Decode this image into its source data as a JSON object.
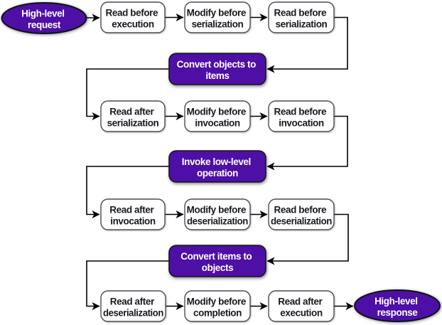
{
  "colors": {
    "purple": "#4d0fa5",
    "box_fill": "#ffffff",
    "box_border": "#3b4046",
    "line": "#000000",
    "text_dark": "#16191f",
    "text_light": "#ffffff"
  },
  "nodes": {
    "request": {
      "line1": "High-level",
      "line2": "request"
    },
    "read_before_execution": {
      "line1": "Read before",
      "line2": "execution"
    },
    "modify_before_serialization": {
      "line1": "Modify before",
      "line2": "serialization"
    },
    "read_before_serialization": {
      "line1": "Read before",
      "line2": "serialization"
    },
    "convert_objects_to_items": {
      "line1": "Convert objects to",
      "line2": "items"
    },
    "read_after_serialization": {
      "line1": "Read after",
      "line2": "serialization"
    },
    "modify_before_invocation": {
      "line1": "Modify before",
      "line2": "invocation"
    },
    "read_before_invocation": {
      "line1": "Read before",
      "line2": "invocation"
    },
    "invoke_low_level_operation": {
      "line1": "Invoke low-level",
      "line2": "operation"
    },
    "read_after_invocation": {
      "line1": "Read after",
      "line2": "invocation"
    },
    "modify_before_deserialization": {
      "line1": "Modify before",
      "line2": "deserialization"
    },
    "read_before_deserialization": {
      "line1": "Read before",
      "line2": "deserialization"
    },
    "convert_items_to_objects": {
      "line1": "Convert items to",
      "line2": "objects"
    },
    "read_after_deserialization": {
      "line1": "Read after",
      "line2": "deserialization"
    },
    "modify_before_completion": {
      "line1": "Modify before",
      "line2": "completion"
    },
    "read_after_execution": {
      "line1": "Read after",
      "line2": "execution"
    },
    "response": {
      "line1": "High-level",
      "line2": "response"
    }
  }
}
